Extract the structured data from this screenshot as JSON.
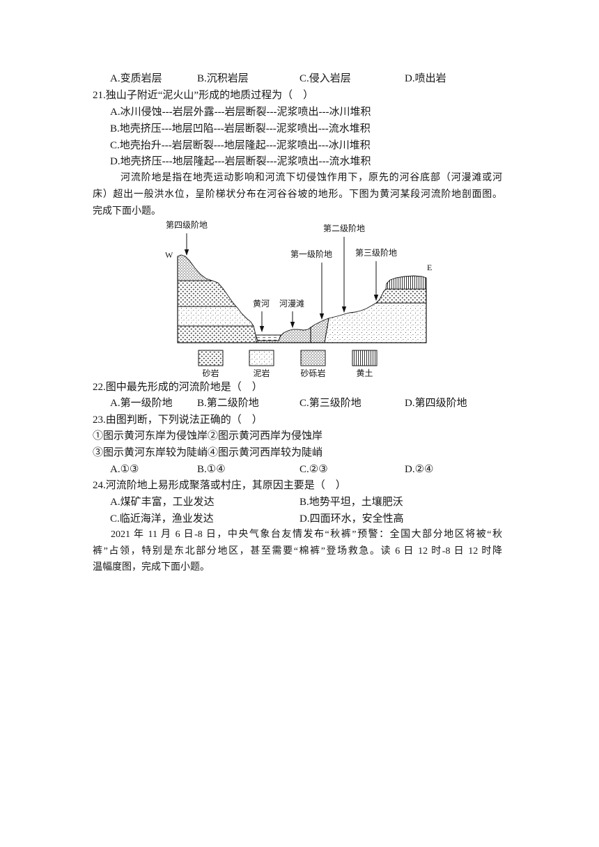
{
  "prev_options": [
    "A.变质岩层",
    "B.沉积岩层",
    "C.侵入岩层",
    "D.喷出岩"
  ],
  "q21": {
    "stem": "21.独山子附近“泥火山”形成的地质过程为（    ）",
    "options": [
      "A.冰川侵蚀---岩层外露---岩层断裂---泥浆喷出---冰川堆积",
      "B.地壳挤压---地层凹陷---岩层断裂---泥浆喷出---流水堆积",
      "C.地壳抬升---岩层断裂---地层隆起---泥浆喷出---冰川堆积",
      "D.地壳挤压---地层隆起---岩层断裂---泥浆喷出---流水堆积"
    ]
  },
  "terrace_passage": [
    "河流阶地是指在地壳运动影响和河流下切侵蚀作用下，原先的河谷底部（河漫滩或河",
    "床）超出一般洪水位，呈阶梯状分布在河谷谷坡的地形。下图为黄河某段河流阶地剖面图。",
    "完成下面小题。"
  ],
  "figure": {
    "west": "W",
    "east": "E",
    "terrace_4": "第四级阶地",
    "terrace_2": "第二级阶地",
    "terrace_1": "第一级阶地",
    "terrace_3": "第三级阶地",
    "river": "黄河",
    "floodplain": "河漫滩",
    "legend": [
      "砂岩",
      "泥岩",
      "砂砾岩",
      "黄土"
    ]
  },
  "q22": {
    "stem": "22.图中最先形成的河流阶地是（    ）",
    "options": [
      "A.第一级阶地",
      "B.第二级阶地",
      "C.第三级阶地",
      "D.第四级阶地"
    ]
  },
  "q23": {
    "stem": "23.由图判断，下列说法正确的（    ）",
    "statements": [
      "①图示黄河东岸为侵蚀岸②图示黄河西岸为侵蚀岸",
      "③图示黄河东岸较为陡峭④图示黄河西岸较为陡峭"
    ],
    "options": [
      "A.①③",
      "B.①④",
      "C.②③",
      "D.②④"
    ]
  },
  "q24": {
    "stem": "24.河流阶地上易形成聚落或村庄，其原因主要是（    ）",
    "options": [
      "A.煤矿丰富，工业发达",
      "B.地势平坦，土壤肥沃",
      "C.临近海洋，渔业发达",
      "D.四面环水，安全性高"
    ]
  },
  "weather_passage": [
    "2021 年 11 月 6 日-8 日，中央气象台友情发布“秋裤”预警：全国大部分地区将被“秋",
    "裤”占领，特别是东北部分地区，甚至需要“棉裤”登场救急。读 6 日 12 时-8 日 12 时降",
    "温幅度图，完成下面小题。"
  ]
}
